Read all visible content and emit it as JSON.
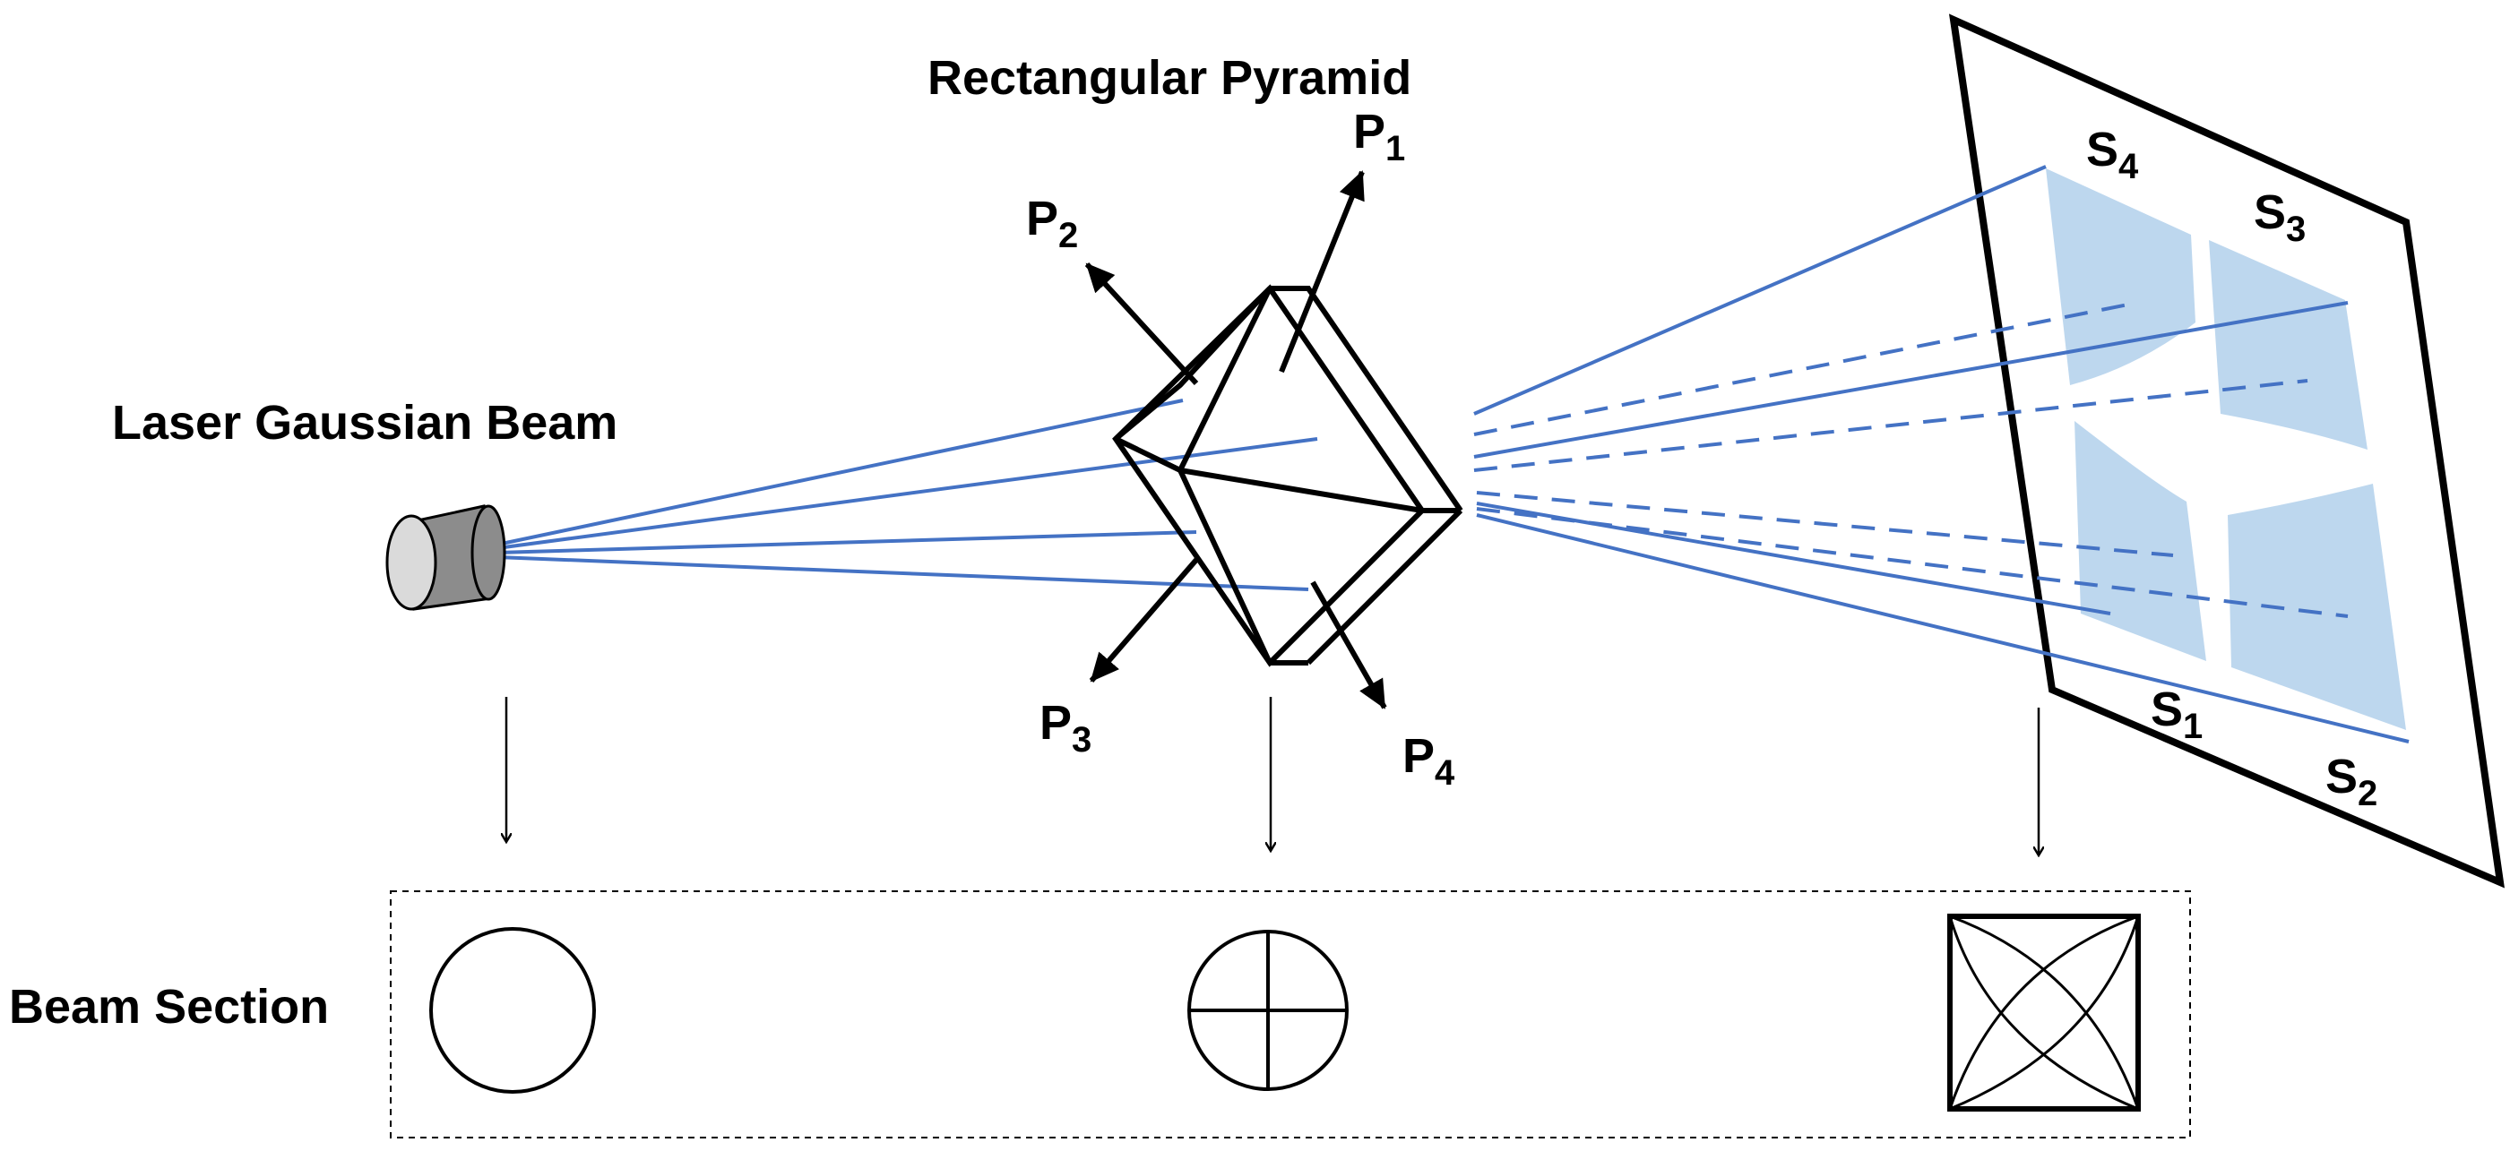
{
  "labels": {
    "pyramid_title": "Rectangular Pyramid",
    "laser": "Laser Gaussian Beam",
    "beam_section": "Beam Section"
  },
  "planes": [
    {
      "letter": "P",
      "index": "1"
    },
    {
      "letter": "P",
      "index": "2"
    },
    {
      "letter": "P",
      "index": "3"
    },
    {
      "letter": "P",
      "index": "4"
    }
  ],
  "screen_spots": [
    {
      "letter": "S",
      "index": "1"
    },
    {
      "letter": "S",
      "index": "2"
    },
    {
      "letter": "S",
      "index": "3"
    },
    {
      "letter": "S",
      "index": "4"
    }
  ],
  "colors": {
    "ray": "#4472c4",
    "spot_fill": "#bdd7ee",
    "outline": "#000000"
  },
  "icons": {
    "laser": "laser-source-icon",
    "section_1": "circle-section-icon",
    "section_2": "quartered-circle-section-icon",
    "section_3": "square-crossed-section-icon"
  }
}
